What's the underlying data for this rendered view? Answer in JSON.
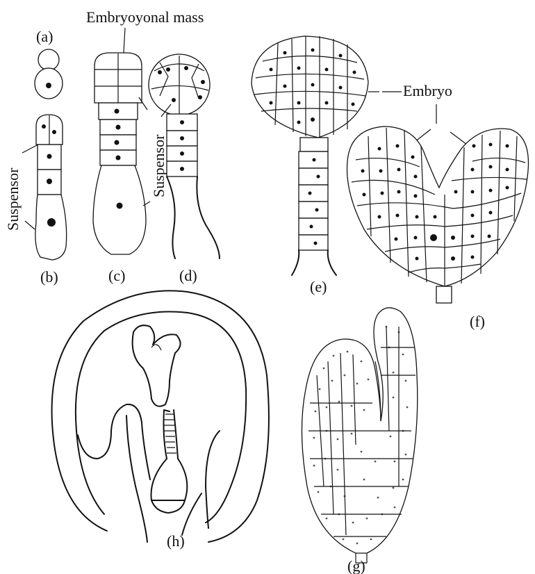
{
  "labels": {
    "embryonal_mass": "Embryoyonal mass",
    "suspensor_b": "Suspensor",
    "suspensor_d": "Suspensor",
    "embryo": "Embryo",
    "stage_a": "(a)",
    "stage_b": "(b)",
    "stage_c": "(c)",
    "stage_d": "(d)",
    "stage_e": "(e)",
    "stage_f": "(f)",
    "stage_g": "(g)",
    "stage_h": "(h)"
  }
}
